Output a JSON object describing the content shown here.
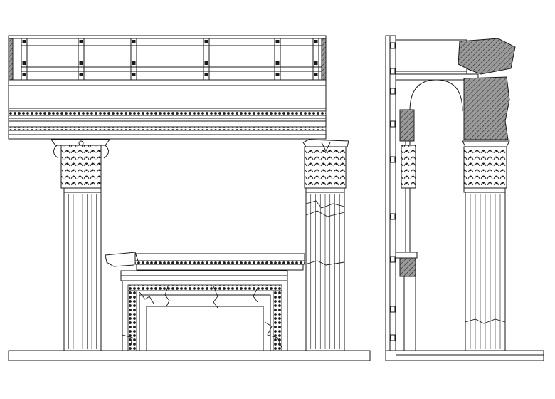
{
  "drawing": {
    "front_elevation": {
      "fluted_columns": 2,
      "entablature_beams": 5,
      "capital_style": "corinthian"
    },
    "side_section": {
      "fluted_columns": 1,
      "arches": 1
    },
    "colors": {
      "ink": "#1a1a1a",
      "paper": "#ffffff"
    }
  }
}
